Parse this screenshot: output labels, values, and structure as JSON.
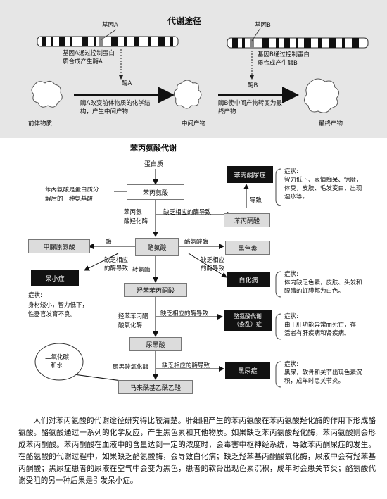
{
  "top": {
    "title": "代谢途径",
    "gene_a": "基因A",
    "gene_b": "基因B",
    "note_a": [
      "基因A通过控制蛋白",
      "质合成产生酶A"
    ],
    "note_b": [
      "基因B通过控制蛋白",
      "质合成产生酶B"
    ],
    "enzyme_a": "酶A",
    "enzyme_b": "酶B",
    "action_a": [
      "酶A改变前体物质的化学结",
      "构，产生中间产物"
    ],
    "action_b": [
      "酶B使中间产物转变为最",
      "终产物"
    ],
    "precursor": "前体物质",
    "intermediate": "中间产物",
    "final": "最终产物"
  },
  "flow": {
    "title": "苯丙氨酸代谢",
    "protein": "蛋白质",
    "phe": "苯丙氨酸",
    "phe_note": [
      "苯丙氨酸是蛋白质分",
      "解后的一种氨基酸"
    ],
    "enzyme_phh": [
      "苯丙氨",
      "酸羟化酶"
    ],
    "lack_1": "缺乏相应的酶导致",
    "phenylpyruvate": "苯丙酮酸",
    "lead": "导致",
    "pku": "苯丙酮尿症",
    "pku_symptom_head": "症状:",
    "pku_symptom": [
      "智力低下、表情痴呆、惊厥，",
      "体臭，皮肤、毛发变白，出现",
      "湿疹等。"
    ],
    "thyroxine": "甲腺原氨酸",
    "enz": "酶",
    "tyrosine": "酪氨酸",
    "tyrosinase": "酪氨酸酶",
    "melanin": "黑色素",
    "lack_2": [
      "缺乏相应",
      "的酶导致"
    ],
    "lack_3": [
      "缺乏相应",
      "的酶导致"
    ],
    "transaminase": "转氨酶",
    "dwarf": "呆小症",
    "albinism": "白化病",
    "alb_symptom_head": "症状:",
    "alb_symptom": [
      "体内缺乏色素，皮肤、头发和",
      "眼睛的虹膜都为白色。"
    ],
    "dwarf_symptom_head": "症状:",
    "dwarf_symptom": [
      "身材矮小，智力低下，",
      "性器官发育不良。"
    ],
    "hpp": "羟苯苯丙酮酸",
    "hpp_enzyme": [
      "羟苯苯丙酮",
      "酸氧化酶"
    ],
    "lack_4": "缺乏相应的酶导致",
    "tyrosinosis": [
      "酪氨酸代谢",
      "（紊乱）症"
    ],
    "tyro_symptom_head": "症状:",
    "tyro_symptom": [
      "由于肝功能异常而死亡，存",
      "活者有肝疾病和肾疾病。"
    ],
    "hga": "尿黑酸",
    "hga_enzyme": "尿黑酸氧化酶",
    "lack_5": "缺乏相应的酶导致",
    "alkaptonuria": "黑尿症",
    "alk_symptom_head": "症状:",
    "alk_symptom": [
      "黑尿，软骨和关节出现色素沉",
      "积，成年时患关节炎。"
    ],
    "co2": [
      "二氧化碳",
      "和水"
    ],
    "maa": "马来酰基乙酰乙酸"
  },
  "paragraph": "人们对苯丙氨酸的代谢途径研究得比较清楚。肝细胞产生的苯丙氨酸在苯丙氨酸羟化酶的作用下形成酪氨酸。酪氨酸通过一系列的化学反应，产生黑色素和其他物质。如果缺乏苯丙氨酸羟化酶，苯丙氨酸则会形成苯丙酮酸。苯丙酮酸在血液中的含量达到一定的浓度时，会毒害中枢神经系统，导致苯丙酮尿症的发生。在酪氨酸的代谢过程中，如果缺乏酪氨酸酶，会导致白化病；缺乏羟苯基丙酮酸氧化酶，尿液中会有羟苯基丙酮酸；黑尿症患者的尿液在空气中会变为黑色，患者的软骨出现色素沉积，成年时会患关节炎；酪氨酸代谢受阻的另一种后果是引发呆小症。"
}
